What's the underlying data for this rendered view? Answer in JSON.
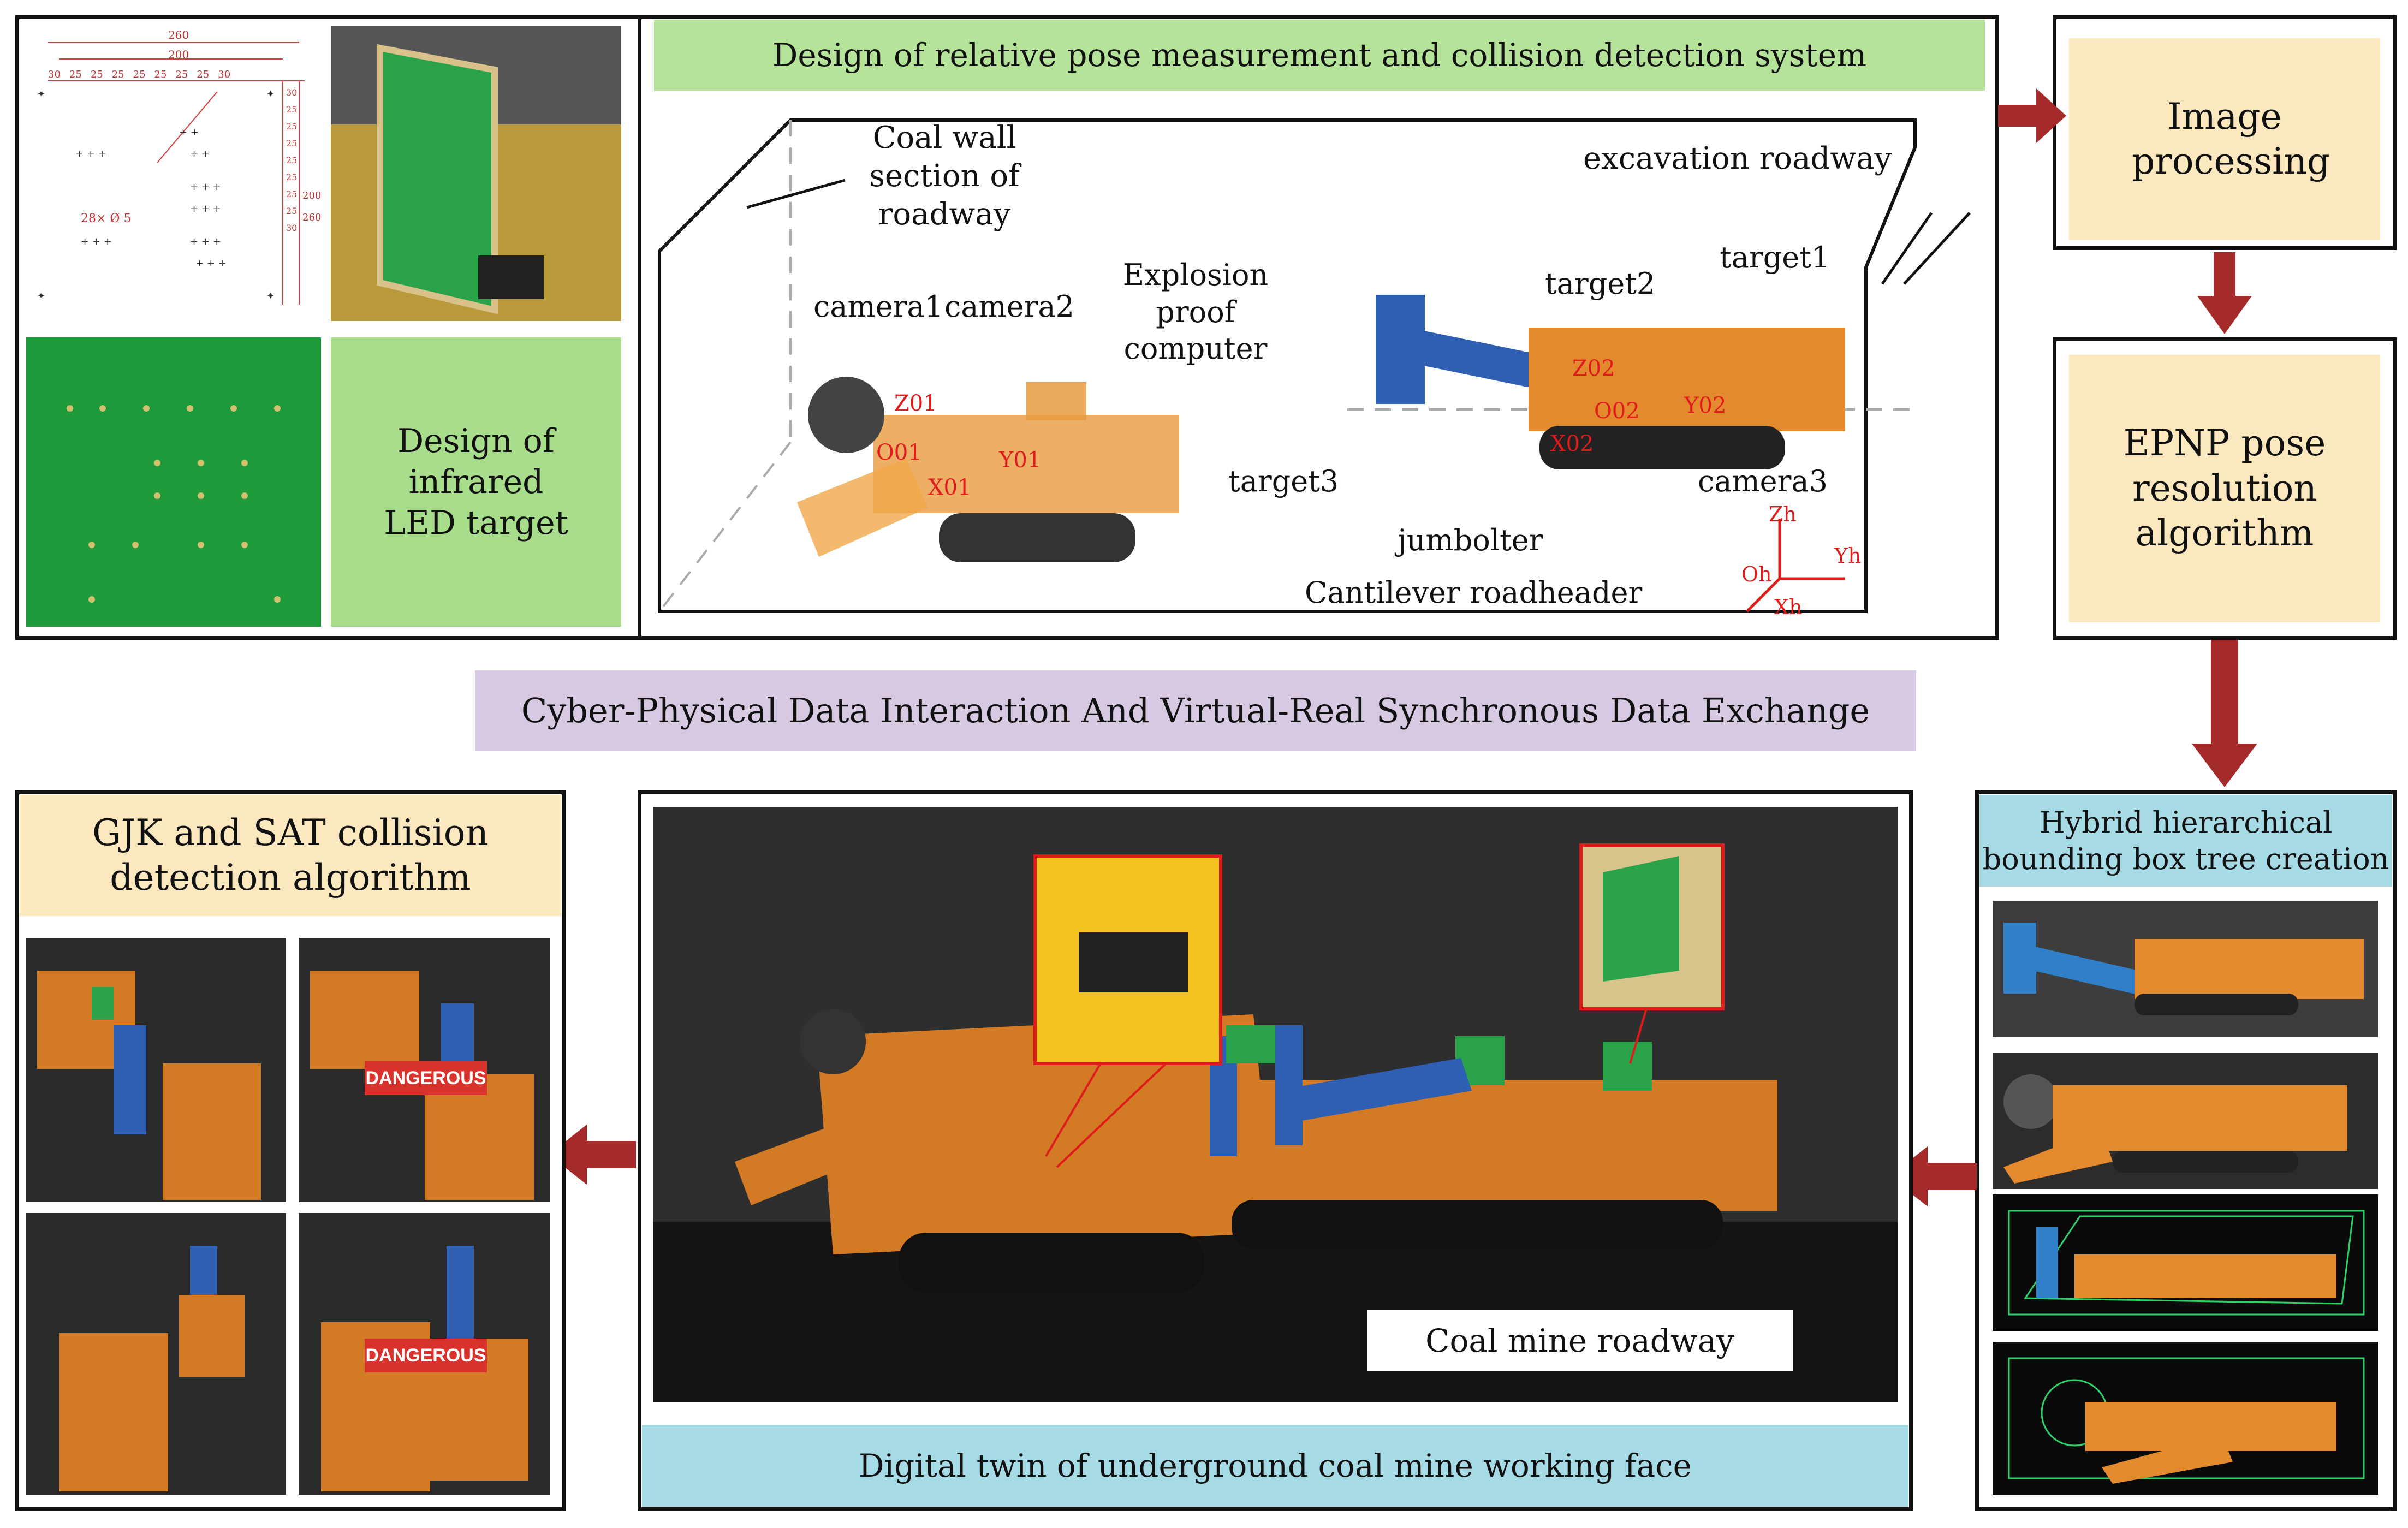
{
  "target_design": {
    "dims_top": "260",
    "dims_inner": "200",
    "dims_spacing": [
      "30",
      "25",
      "25",
      "25",
      "25",
      "25",
      "25",
      "25",
      "30"
    ],
    "dims_right": [
      "30",
      "25",
      "25",
      "25",
      "25",
      "25",
      "25",
      "25",
      "30"
    ],
    "dims_side": [
      "200",
      "260"
    ],
    "hole_label": "28× Ø 5",
    "caption": "Design of infrared LED target"
  },
  "measurement": {
    "header": "Design of relative pose measurement and collision detection system",
    "labels": {
      "coal_wall": "Coal wall section of roadway",
      "excavation": "excavation roadway",
      "camera1": "camera1",
      "camera2": "camera2",
      "explosion": "Explosion proof computer",
      "target1": "target1",
      "target2": "target2",
      "target3": "target3",
      "camera3": "camera3",
      "jumbolter": "jumbolter",
      "cantilever": "Cantilever roadheader",
      "z01": "Z01",
      "o01": "O01",
      "y01": "Y01",
      "x01": "X01",
      "z02": "Z02",
      "o02": "O02",
      "y02": "Y02",
      "x02": "X02",
      "zh": "Zh",
      "oh": "Oh",
      "yh": "Yh",
      "xh": "Xh"
    }
  },
  "pipeline": {
    "image_processing": "Image processing",
    "epnp": "EPNP pose resolution algorithm",
    "hybrid": "Hybrid hierarchical bounding box tree creation"
  },
  "interaction_banner": "Cyber-Physical Data Interaction And Virtual-Real Synchronous Data Exchange",
  "collision": {
    "title": "GJK and SAT collision detection algorithm",
    "warning_1": "DANGEROUS",
    "warning_2": "DANGEROUS"
  },
  "digital_twin": {
    "roadway_label": "Coal mine roadway",
    "caption": "Digital twin of underground coal mine working face"
  },
  "colors": {
    "arrow": "#a52a2a",
    "machine": "#d9822b",
    "bolter_blue": "#2f5fb3",
    "pcb_green": "#1f9a3a",
    "axis_red": "#e01b1b"
  }
}
